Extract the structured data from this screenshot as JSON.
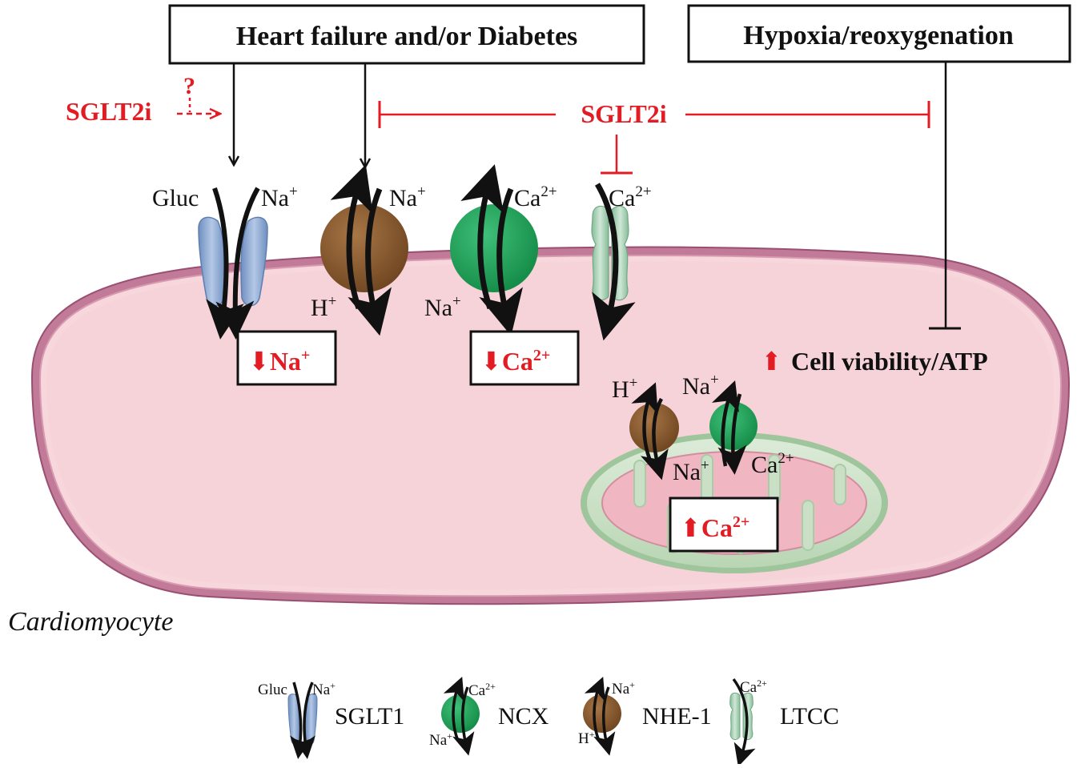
{
  "boxes": {
    "heart_failure": "Heart failure and/or Diabetes",
    "hypoxia": "Hypoxia/reoxygenation"
  },
  "sglt2i_question": {
    "label": "SGLT2i",
    "mark": "?"
  },
  "sglt2i_center": "SGLT2i",
  "ions": {
    "sglt1_gluc": "Gluc",
    "sglt1_na": "Na",
    "nhe_na": "Na",
    "nhe_h": "H",
    "ncx_ca": "Ca",
    "ncx_na": "Na",
    "ltcc_ca": "Ca",
    "mito_nhe_h": "H",
    "mito_nhe_na": "Na",
    "mito_ncx_na": "Na",
    "mito_ncx_ca": "Ca"
  },
  "superscripts": {
    "plus": "+",
    "two_plus": "2+"
  },
  "effects": {
    "na_down": {
      "arrow": "⬇",
      "ion": "Na",
      "sup": "+"
    },
    "ca_down": {
      "arrow": "⬇",
      "ion": "Ca",
      "sup": "2+"
    },
    "ca_up": {
      "arrow": "⬆",
      "ion": "Ca",
      "sup": "2+"
    },
    "viability": {
      "arrow": "⬆",
      "text": "Cell viability/ATP"
    }
  },
  "cell_label": "Cardiomyocyte",
  "legend": {
    "sglt1": {
      "label": "SGLT1",
      "top_left": "Gluc",
      "top_right": "Na",
      "sup": "+"
    },
    "ncx": {
      "label": "NCX",
      "top": "Ca",
      "top_sup": "2+",
      "bottom": "Na",
      "bottom_sup": "+"
    },
    "nhe": {
      "label": "NHE-1",
      "top": "Na",
      "top_sup": "+",
      "bottom": "H",
      "bottom_sup": "+"
    },
    "ltcc": {
      "label": "LTCC",
      "top": "Ca",
      "top_sup": "2+"
    }
  },
  "colors": {
    "red": "#e31b23",
    "cell_fill": "#f6d3d8",
    "cell_border": "#b56a8a",
    "sglt1": "#8aa7cf",
    "nhe": "#8a5a2f",
    "ncx": "#23a35c",
    "ltcc": "#a6d0b4",
    "mito_outer": "#c9e0c6",
    "mito_inner": "#eba9b8"
  }
}
